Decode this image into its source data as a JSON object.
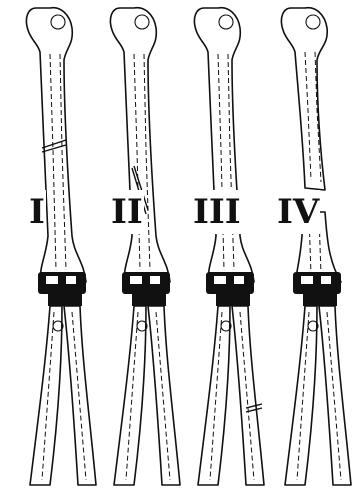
{
  "figure": {
    "panels": [
      {
        "label": "I",
        "fracture": "transverse"
      },
      {
        "label": "II",
        "fracture": "oblique"
      },
      {
        "label": "III",
        "fracture": "distal-forearm"
      },
      {
        "label": "IV",
        "fracture": "displaced"
      }
    ]
  },
  "colors": {
    "ink": "#111111",
    "background": "#ffffff"
  }
}
